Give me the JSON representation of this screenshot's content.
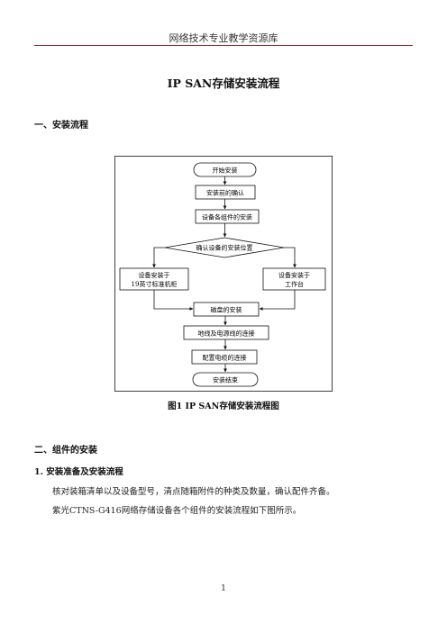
{
  "header": {
    "text": "网络技术专业教学资源库"
  },
  "title": "IP SAN存储安装流程",
  "section1": {
    "heading": "一、安装流程"
  },
  "flowchart": {
    "start": "开始安装",
    "step1": "安装前的确认",
    "step2": "设备各组件的安装",
    "decision": "确认设备的安装位置",
    "left_line1": "设备安装于",
    "left_line2": "19英寸标准机柜",
    "right_line1": "设备安装于",
    "right_line2": "工作台",
    "step3": "磁盘的安装",
    "step4": "地线及电源线的连接",
    "step5": "配置电缆的连接",
    "end": "安装结束"
  },
  "caption": "图1   IP SAN存储安装流程图",
  "section2": {
    "heading": "二、组件的安装",
    "sub1": "1. 安装准备及安装流程",
    "para1": "核对装箱清单以及设备型号，清点随箱附件的种类及数量，确认配件齐备。",
    "para2": "紫光CTNS-G416网络存储设备各个组件的安装流程如下图所示。"
  },
  "footer": {
    "page_number": "1"
  }
}
